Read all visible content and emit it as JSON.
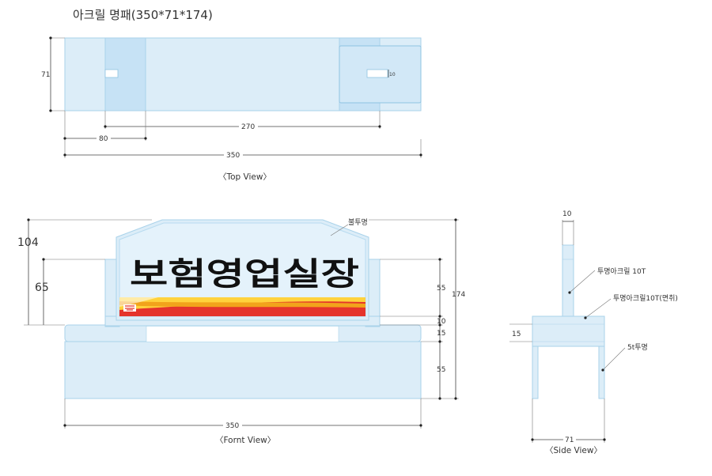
{
  "title": "아크릴 명패(350*71*174)",
  "colors": {
    "acrylic": "#dcedf8",
    "acrylic_edge": "#a9d2ea",
    "band_red": "#e5342b",
    "band_orange": "#f2a31b",
    "band_yellow": "#ffd23c"
  },
  "top_view": {
    "label": "〈Top View〉",
    "dim_height": "71",
    "dim_270": "270",
    "dim_80": "80",
    "dim_350": "350",
    "dim_small": "10"
  },
  "front_view": {
    "label": "〈Fornt View〉",
    "sign_text": "보험영업실장",
    "callout_opaque": "불투명",
    "dim_104": "104",
    "dim_65": "65",
    "dim_55_top": "55",
    "dim_10": "10",
    "dim_15": "15",
    "dim_55_bottom": "55",
    "dim_174": "174",
    "dim_350": "350"
  },
  "side_view": {
    "label": "〈Side View〉",
    "dim_10": "10",
    "callout_1": "투명아크릴 10T",
    "callout_2": "투명아크릴10T(면취)",
    "dim_15": "15",
    "callout_3": "5t투명",
    "dim_71": "71"
  }
}
